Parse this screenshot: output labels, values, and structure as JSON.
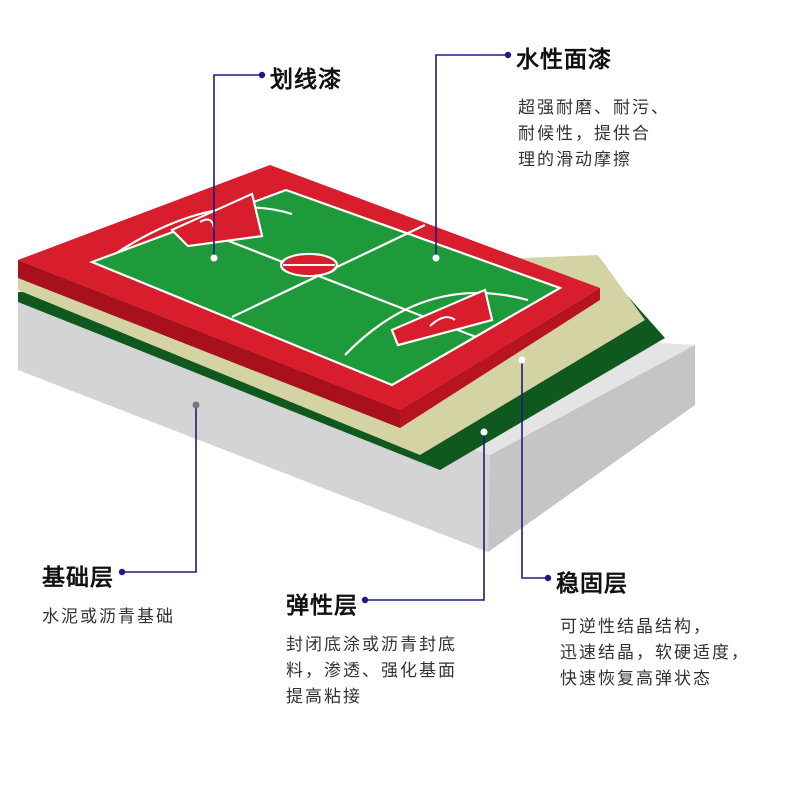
{
  "callouts": {
    "line_paint": {
      "title": "划线漆"
    },
    "top_paint": {
      "title": "水性面漆",
      "desc": "超强耐磨、耐污、\n耐候性，提供合\n理的滑动摩擦"
    },
    "base": {
      "title": "基础层",
      "desc": "水泥或沥青基础"
    },
    "elastic": {
      "title": "弹性层",
      "desc": "封闭底涂或沥青封底\n料，渗透、强化基面\n提高粘接"
    },
    "stable": {
      "title": "稳固层",
      "desc": "可逆性结晶结构，\n迅速结晶，软硬适度，\n快速恢复高弹状态"
    }
  },
  "colors": {
    "surround": "#d81e2c",
    "court": "#1f9a3a",
    "lines": "#ffffff",
    "cushion": "#d3d3a4",
    "stable_layer": "#10591e",
    "base_top": "#e4e4e4",
    "base_side": "#d4d4d4",
    "leader": "#1c1c80"
  }
}
